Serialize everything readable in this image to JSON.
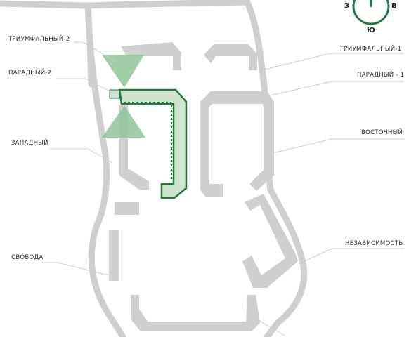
{
  "compass": {
    "west": "З",
    "east": "В",
    "south": "Ю",
    "ring_color": "#1f7a3e"
  },
  "labels": {
    "triumfalny_2": "ТРИУМФАЛЬНЫЙ-2",
    "paradny_2": "ПАРАДНЫЙ-2",
    "zapadny": "ЗАПАДНЫЙ",
    "svoboda": "СВОБОДА",
    "triumfalny_1": "ТРИУМФАЛЬНЫЙ-1",
    "paradny_1": "ПАРАДНЫЙ - 1",
    "vostochny": "ВОСТОЧНЫЙ",
    "nezavisimost": "НЕЗАВИСИМОСТЬ"
  },
  "colors": {
    "highlight_fill": "#cfe3cf",
    "highlight_stroke": "#1f7a3e",
    "building": "#cfcfcf",
    "road": "#cfcfcf"
  }
}
